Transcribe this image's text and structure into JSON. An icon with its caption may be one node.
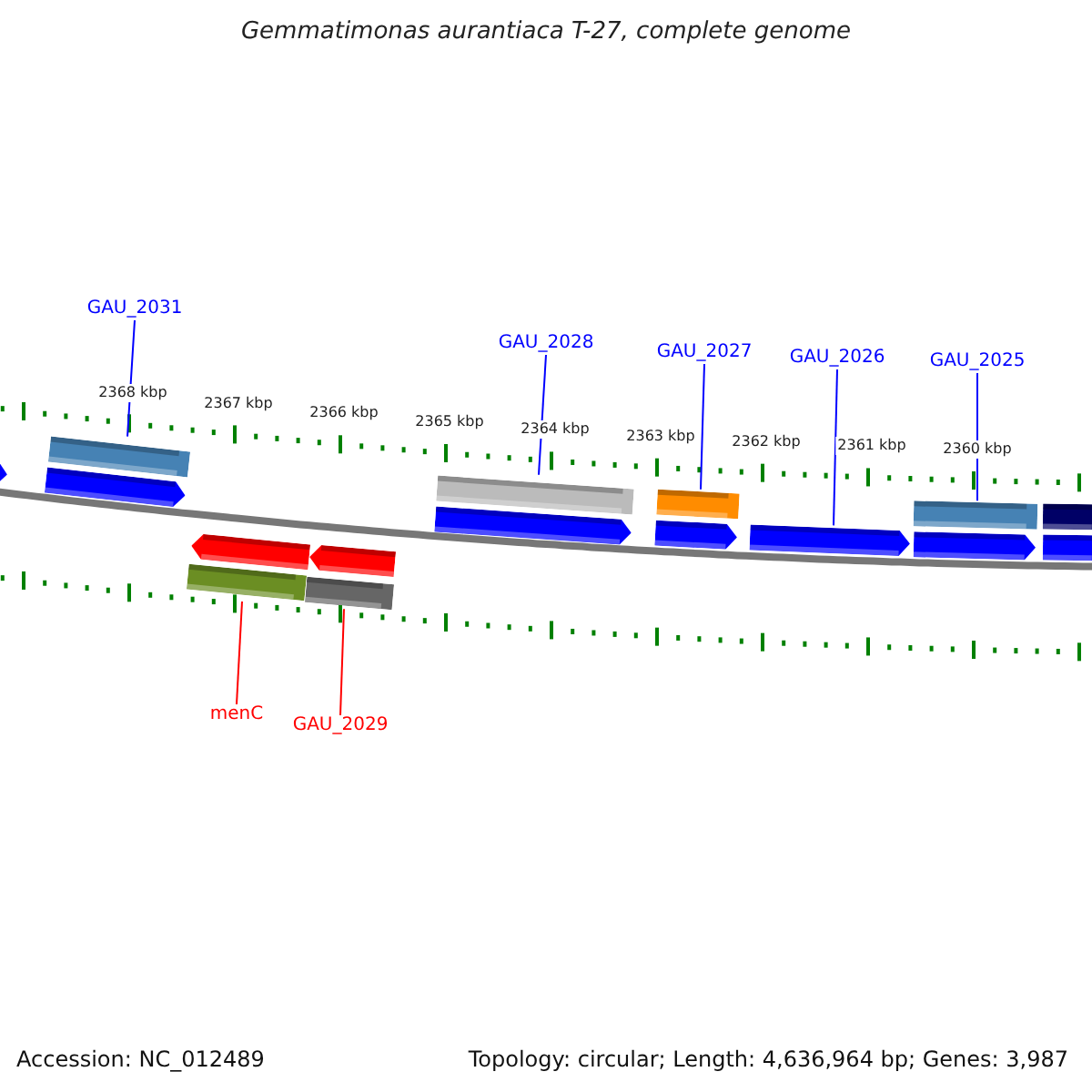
{
  "diagram": {
    "title": "Gemmatimonas aurantiaca T-27, complete genome",
    "nodes": [
      {
        "text": [
          "GAU_2031"
        ]
      },
      {
        "text": [
          "GAU_2028"
        ]
      },
      {
        "text": [
          "GAU_2027"
        ]
      },
      {
        "text": [
          "GAU_2026"
        ]
      },
      {
        "text": [
          "GAU_2025"
        ]
      },
      {
        "text": [
          "menC"
        ]
      },
      {
        "text": [
          "GAU_2029"
        ]
      },
      {
        "text": [],
        "shape": "arrow"
      },
      {
        "text": [],
        "shape": "bar"
      },
      {
        "text": [],
        "shape": "arrow"
      },
      {
        "text": [],
        "shape": "arrow"
      },
      {
        "text": [],
        "shape": "arrow"
      },
      {
        "text": [],
        "shape": "bar"
      },
      {
        "text": [],
        "shape": "bar"
      },
      {
        "text": [],
        "shape": "bar"
      },
      {
        "text": [],
        "shape": "arrow"
      },
      {
        "text": [],
        "shape": "bar"
      },
      {
        "text": [],
        "shape": "arrow"
      },
      {
        "text": [],
        "shape": "arrow"
      },
      {
        "text": [],
        "shape": "bar"
      },
      {
        "text": [],
        "shape": "arrow"
      },
      {
        "text": [],
        "shape": "bar"
      },
      {
        "text": [],
        "shape": "arrow"
      }
    ],
    "edges": [
      {
        "from": 0,
        "to": 8,
        "arrow": "none"
      },
      {
        "from": 1,
        "to": 14,
        "arrow": "none"
      },
      {
        "from": 2,
        "to": 16,
        "arrow": "none"
      },
      {
        "from": 3,
        "to": 18,
        "arrow": "none"
      },
      {
        "from": 4,
        "to": 19,
        "arrow": "none"
      },
      {
        "from": 5,
        "to": 12,
        "arrow": "none",
        "color": "#ff0000"
      },
      {
        "from": 6,
        "to": 13,
        "arrow": "none",
        "color": "#ff0000"
      }
    ],
    "labels": [
      "2368 kbp",
      "2367 kbp",
      "2366 kbp",
      "2365 kbp",
      "2364 kbp",
      "2363 kbp",
      "2362 kbp",
      "2361 kbp",
      "2360 kbp",
      "Accession: NC_012489",
      "Topology: circular; Length: 4,636,964 bp; Genes: 3,987"
    ]
  }
}
